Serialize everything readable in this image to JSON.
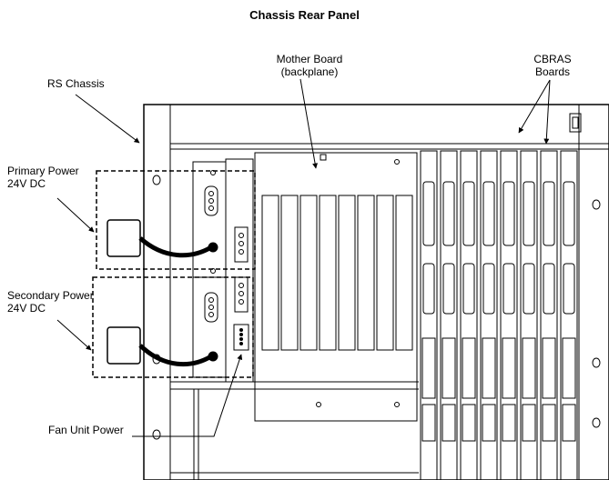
{
  "title": "Chassis Rear Panel",
  "labels": {
    "rs_chassis": "RS Chassis",
    "mother_board_line1": "Mother Board",
    "mother_board_line2": "(backplane)",
    "cbras_line1": "CBRAS",
    "cbras_line2": "Boards",
    "primary_power_line1": "Primary Power",
    "primary_power_line2": "24V DC",
    "secondary_power_line1": "Secondary Power",
    "secondary_power_line2": "24V DC",
    "fan_unit_power": "Fan Unit Power"
  }
}
